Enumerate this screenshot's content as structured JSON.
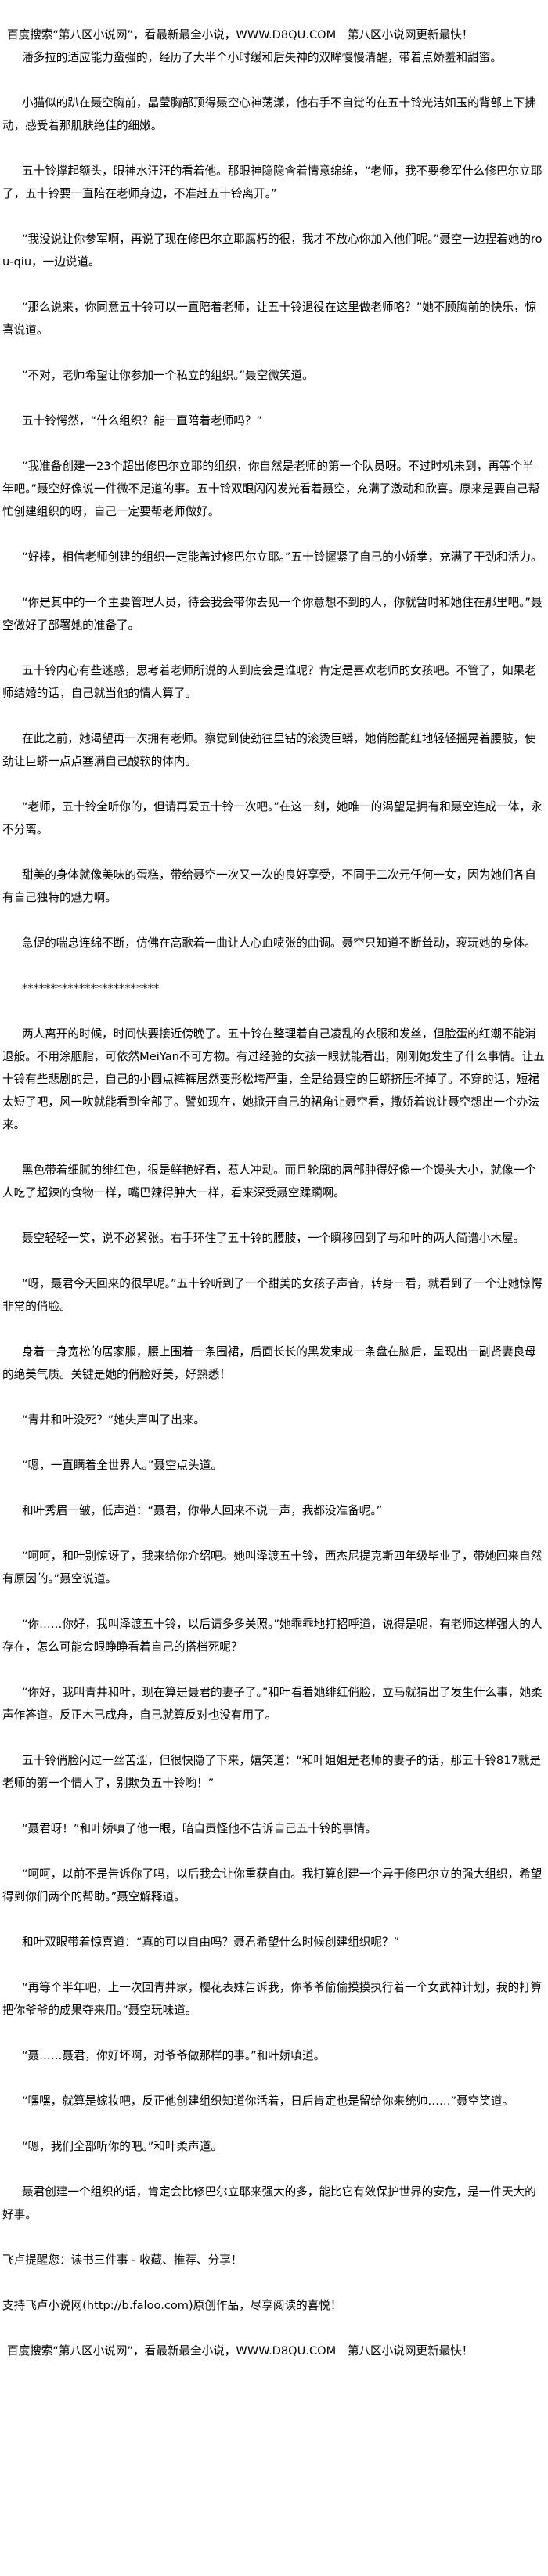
{
  "banner": "百度搜索“第八区小说网”，看最新最全小说，WWW.D8QU.COM　第八区小说网更新最快！",
  "paragraphs": [
    "潘多拉的适应能力蛮强的，经历了大半个小时缓和后失神的双眸慢慢清醒，带着点娇羞和甜蜜。",
    "小猫似的趴在聂空胸前，晶莹胸部顶得聂空心神荡漾，他右手不自觉的在五十铃光洁如玉的背部上下拂动，感受着那肌肤绝佳的细嫩。",
    "五十铃撑起额头，眼神水汪汪的看着他。那眼神隐隐含着情意绵绵，“老师，我不要参军什么修巴尔立耶了，五十铃要一直陪在老师身边，不准赶五十铃离开。”",
    "“我没说让你参军啊，再说了现在修巴尔立耶腐朽的很，我才不放心你加入他们呢。”聂空一边捏着她的rou-qiu，一边说道。",
    "“那么说来，你同意五十铃可以一直陪着老师，让五十铃退役在这里做老师咯？”她不顾胸前的快乐，惊喜说道。",
    "“不对，老师希望让你参加一个私立的组织。”聂空微笑道。",
    "五十铃愕然，“什么组织？能一直陪着老师吗？”",
    "“我准备创建一23个超出修巴尔立耶的组织，你自然是老师的第一个队员呀。不过时机未到，再等个半年吧。”聂空好像说一件微不足道的事。五十铃双眼闪闪发光看着聂空，充满了激动和欣喜。原来是要自己帮忙创建组织的呀，自己一定要帮老师做好。",
    "“好棒，相信老师创建的组织一定能盖过修巴尔立耶。”五十铃握紧了自己的小娇拳，充满了干劲和活力。",
    "“你是其中的一个主要管理人员，待会我会带你去见一个你意想不到的人，你就暂时和她住在那里吧。”聂空做好了部署她的准备了。",
    "五十铃内心有些迷惑，思考着老师所说的人到底会是谁呢？肯定是喜欢老师的女孩吧。不管了，如果老师结婚的话，自己就当他的情人算了。",
    "在此之前，她渴望再一次拥有老师。察觉到使劲往里钻的滚烫巨蟒，她俏脸酡红地轻轻摇晃着腰肢，使劲让巨蟒一点点塞满自己酸软的体内。",
    "“老师，五十铃全听你的，但请再爱五十铃一次吧。”在这一刻，她唯一的渴望是拥有和聂空连成一体，永不分离。",
    "甜美的身体就像美味的蛋糕，带给聂空一次又一次的良好享受，不同于二次元任何一女，因为她们各自有自己独特的魅力啊。",
    "急促的喘息连绵不断，仿佛在高歌着一曲让人心血喷张的曲调。聂空只知道不断耸动，亵玩她的身体。",
    "************************",
    "两人离开的时候，时间快要接近傍晚了。五十铃在整理着自己凌乱的衣服和发丝，但脸蛋的红潮不能消退般。不用涂胭脂，可依然MeiYan不可方物。有过经验的女孩一眼就能看出，刚刚她发生了什么事情。让五十铃有些悲剧的是，自己的小圆点裤裤居然变形松垮严重，全是给聂空的巨蟒挤压坏掉了。不穿的话，短裙太短了吧，风一吹就能看到全部了。譬如现在，她掀开自己的裙角让聂空看，撒娇着说让聂空想出一个办法来。",
    "黑色带着细腻的绯红色，很是鲜艳好看，惹人冲动。而且轮廓的唇部肿得好像一个馒头大小，就像一个人吃了超辣的食物一样，嘴巴辣得肿大一样，看来深受聂空蹂躏啊。",
    "聂空轻轻一笑，说不必紧张。右手环住了五十铃的腰肢，一个瞬移回到了与和叶的两人简谱小木屋。",
    "“呀，聂君今天回来的很早呢。”五十铃听到了一个甜美的女孩子声音，转身一看，就看到了一个让她惊愕非常的俏脸。",
    "身着一身宽松的居家服，腰上围着一条围裙，后面长长的黑发束成一条盘在脑后，呈现出一副贤妻良母的绝美气质。关键是她的俏脸好美，好熟悉！",
    "“青井和叶没死？”她失声叫了出来。",
    "“嗯，一直瞒着全世界人。”聂空点头道。",
    "和叶秀眉一皱，低声道：“聂君，你带人回来不说一声，我都没准备呢。”",
    "“呵呵，和叶别惊讶了，我来给你介绍吧。她叫泽渡五十铃，西杰尼提克斯四年级毕业了，带她回来自然有原因的。”聂空说道。",
    "“你……你好，我叫泽渡五十铃，以后请多多关照。”她乖乖地打招呼道，说得是呢，有老师这样强大的人存在，怎么可能会眼睁睁看着自己的搭档死呢？",
    "“你好，我叫青井和叶，现在算是聂君的妻子了。”和叶看着她绯红俏脸，立马就猜出了发生什么事，她柔声作答道。反正木已成舟，自己就算反对也没有用了。",
    "五十铃俏脸闪过一丝苦涩，但很快隐了下来，嬉笑道：“和叶姐姐是老师的妻子的话，那五十铃817就是老师的第一个情人了，别欺负五十铃哟！”",
    "“聂君呀！”和叶娇嗔了他一眼，暗自责怪他不告诉自己五十铃的事情。",
    "“呵呵，以前不是告诉你了吗，以后我会让你重获自由。我打算创建一个异于修巴尔立的强大组织，希望得到你们两个的帮助。”聂空解释道。",
    "和叶双眼带着惊喜道：“真的可以自由吗？聂君希望什么时候创建组织呢？”",
    "“再等个半年吧，上一次回青井家，樱花表妹告诉我，你爷爷偷偷摸摸执行着一个女武神计划，我的打算把你爷爷的成果夺来用。”聂空玩味道。",
    "“聂……聂君，你好坏啊，对爷爷做那样的事。”和叶娇嗔道。",
    "“嘿嘿，就算是嫁妆吧，反正他创建组织知道你活着，日后肯定也是留给你来统帅……”聂空笑道。",
    "“嗯，我们全部听你的吧。”和叶柔声道。",
    "聂君创建一个组织的话，肯定会比修巴尔立耶来强大的多，能比它有效保护世界的安危，是一件天大的好事。"
  ],
  "footer": {
    "reminder": "飞卢提醒您：读书三件事 - 收藏、推荐、分享！",
    "support": "支持飞卢小说网(http://b.faloo.com)原创作品，尽享阅读的喜悦！"
  }
}
